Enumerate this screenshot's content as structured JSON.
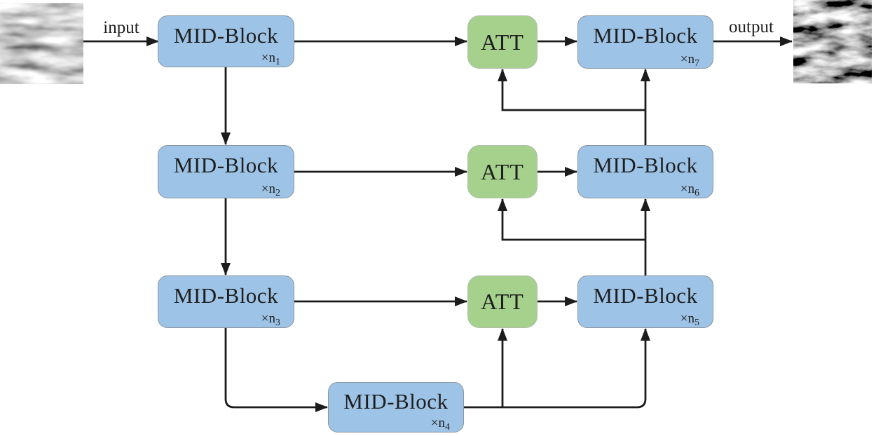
{
  "labels": {
    "input": "input",
    "output": "output"
  },
  "mid_blocks": [
    {
      "id": "n1",
      "label": "MID-Block",
      "mult": "×n",
      "sub": "1"
    },
    {
      "id": "n2",
      "label": "MID-Block",
      "mult": "×n",
      "sub": "2"
    },
    {
      "id": "n3",
      "label": "MID-Block",
      "mult": "×n",
      "sub": "3"
    },
    {
      "id": "n4",
      "label": "MID-Block",
      "mult": "×n",
      "sub": "4"
    },
    {
      "id": "n5",
      "label": "MID-Block",
      "mult": "×n",
      "sub": "5"
    },
    {
      "id": "n6",
      "label": "MID-Block",
      "mult": "×n",
      "sub": "6"
    },
    {
      "id": "n7",
      "label": "MID-Block",
      "mult": "×n",
      "sub": "7"
    }
  ],
  "att_blocks": [
    {
      "id": "att1",
      "label": "ATT"
    },
    {
      "id": "att2",
      "label": "ATT"
    },
    {
      "id": "att3",
      "label": "ATT"
    }
  ],
  "colors": {
    "mid_fill": "#9dc3e6",
    "att_fill": "#a5d18c",
    "line": "#1c1c1c"
  }
}
